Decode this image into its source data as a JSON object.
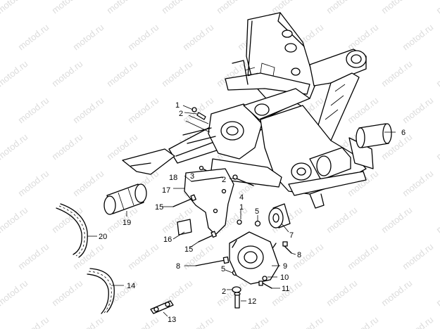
{
  "watermark": "motod.ru",
  "callouts": [
    {
      "id": "c1a",
      "label": "1"
    },
    {
      "id": "c2a",
      "label": "2"
    },
    {
      "id": "c2b",
      "label": "2"
    },
    {
      "id": "c1b",
      "label": "1"
    },
    {
      "id": "c2c",
      "label": "2"
    },
    {
      "id": "c3",
      "label": "3"
    },
    {
      "id": "c4",
      "label": "4"
    },
    {
      "id": "c5a",
      "label": "5"
    },
    {
      "id": "c5b",
      "label": "5"
    },
    {
      "id": "c6",
      "label": "6"
    },
    {
      "id": "c7",
      "label": "7"
    },
    {
      "id": "c8a",
      "label": "8"
    },
    {
      "id": "c8b",
      "label": "8"
    },
    {
      "id": "c9",
      "label": "9"
    },
    {
      "id": "c10",
      "label": "10"
    },
    {
      "id": "c11",
      "label": "11"
    },
    {
      "id": "c12",
      "label": "12"
    },
    {
      "id": "c13",
      "label": "13"
    },
    {
      "id": "c14",
      "label": "14"
    },
    {
      "id": "c15a",
      "label": "15"
    },
    {
      "id": "c15b",
      "label": "15"
    },
    {
      "id": "c16",
      "label": "16"
    },
    {
      "id": "c17",
      "label": "17"
    },
    {
      "id": "c18",
      "label": "18"
    },
    {
      "id": "c19",
      "label": "19"
    },
    {
      "id": "c20",
      "label": "20"
    }
  ]
}
